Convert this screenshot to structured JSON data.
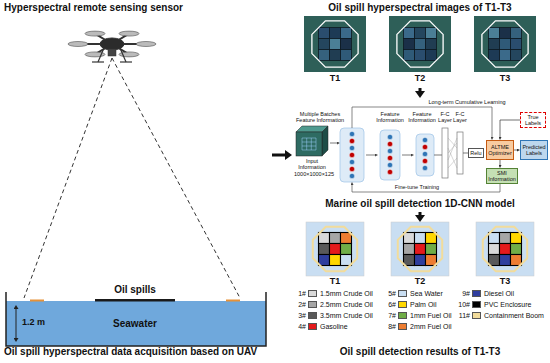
{
  "diagram": {
    "nodes": [
      {
        "text": [
          "Oil spill hyperspectral data acquisition based on UAV"
        ]
      },
      {
        "text": [
          "Oil spill hyperspectral images of T1-T3"
        ]
      },
      {
        "text": [
          "T1"
        ],
        "in": 1
      },
      {
        "text": [
          "T2"
        ],
        "in": 1
      },
      {
        "text": [
          "T3"
        ],
        "in": 1
      },
      {
        "text": [
          "Marine oil spill detection 1D-CNN model"
        ]
      },
      {
        "text": [
          "Relu"
        ],
        "in": 5
      },
      {
        "text": [
          "ALTME Optimizer"
        ],
        "in": 5
      },
      {
        "text": [
          "True Labels"
        ],
        "in": 5
      },
      {
        "text": [
          "Predicted Labels"
        ],
        "in": 5
      },
      {
        "text": [
          "SMI Information"
        ],
        "in": 5
      },
      {
        "text": [
          "Oil spill detection results of T1-T3"
        ]
      },
      {
        "text": [
          "T1"
        ],
        "in": 11
      },
      {
        "text": [
          "T2"
        ],
        "in": 11
      },
      {
        "text": [
          "T3"
        ],
        "in": 11
      }
    ],
    "edges": [
      {
        "from": 0,
        "to": 5,
        "arrow": "to"
      },
      {
        "from": 1,
        "to": 5,
        "arrow": "to"
      },
      {
        "from": 5,
        "to": 11,
        "arrow": "to"
      },
      {
        "from": 8,
        "to": 7,
        "arrow": "to"
      },
      {
        "from": 7,
        "to": 9,
        "arrow": "to"
      },
      {
        "from": 7,
        "to": 10,
        "arrow": "to"
      }
    ],
    "labels": [
      "Hyperspectral remote sensing sensor",
      "Oil spills",
      "1.2 m",
      "Seawater",
      "Input Information",
      "1000×1000×125",
      "Long-term Cumulative Learning",
      "Multiple Batches Feature Information",
      "Feature Information",
      "Feature Information",
      "F-C Layer",
      "F-C Layer",
      "Fine-tune Training",
      "1#",
      "2#",
      "3#",
      "4#",
      "5#",
      "6#",
      "7#",
      "8#",
      "9#",
      "10#",
      "11#"
    ],
    "legend": [
      {
        "text": "1.5mm Crude Oil",
        "color": "#d9d9d9"
      },
      {
        "text": "2.5mm Crude Oil",
        "color": "#a6a6a6"
      },
      {
        "text": "3.5mm Crude Oil",
        "color": "#595959"
      },
      {
        "text": "Gasoline",
        "color": "#e41a1c"
      },
      {
        "text": "Sea Water",
        "color": "#c9def2"
      },
      {
        "text": "Palm Oil",
        "color": "#ffd700"
      },
      {
        "text": "1mm Fuel Oil",
        "color": "#70ad47"
      },
      {
        "text": "2mm Fuel Oil",
        "color": "#ed7d31"
      },
      {
        "text": "Diesel Oil",
        "color": "#2f3e9e"
      },
      {
        "text": "PVC Enclosure",
        "color": "#000000"
      },
      {
        "text": "Containment Boom",
        "color": "#f2dc9b"
      }
    ]
  }
}
